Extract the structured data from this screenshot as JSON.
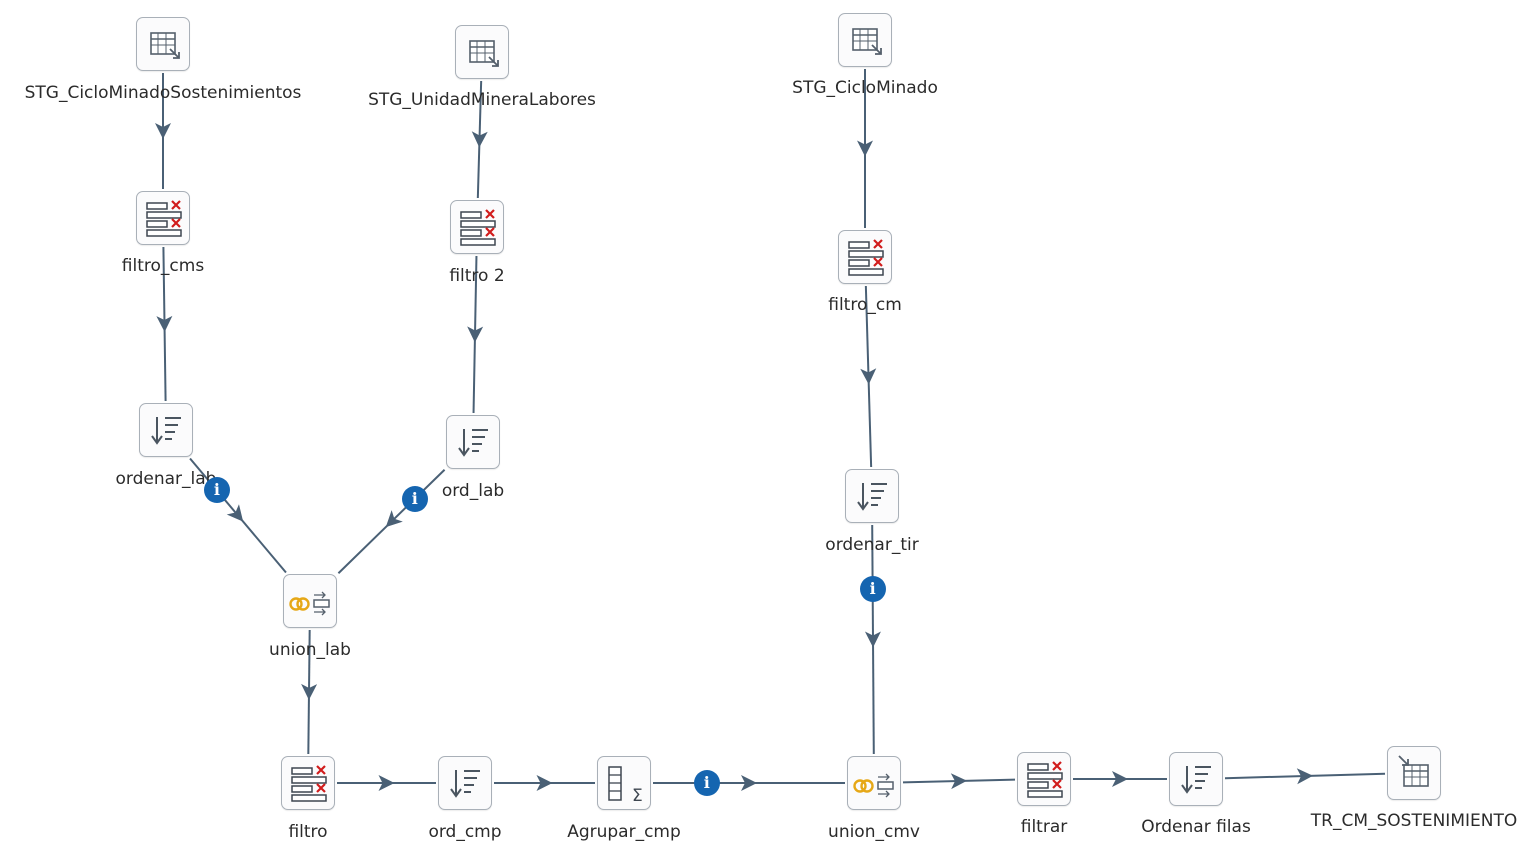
{
  "diagram": {
    "edge_color": "#4a6075",
    "info_color": "#1565b0",
    "info_symbol": "i",
    "steps": [
      {
        "id": "stg_cms",
        "label": "STG_CicloMinadoSostenimientos",
        "icon": "table-input-icon"
      },
      {
        "id": "filtro_cms",
        "label": "filtro_cms",
        "icon": "filter-rows-icon"
      },
      {
        "id": "ordenar_lab",
        "label": "ordenar_lab",
        "icon": "sort-rows-icon"
      },
      {
        "id": "stg_uml",
        "label": "STG_UnidadMineraLabores",
        "icon": "table-input-icon"
      },
      {
        "id": "filtro2",
        "label": "filtro 2",
        "icon": "filter-rows-icon"
      },
      {
        "id": "ord_lab",
        "label": "ord_lab",
        "icon": "sort-rows-icon"
      },
      {
        "id": "union_lab",
        "label": "union_lab",
        "icon": "merge-join-icon"
      },
      {
        "id": "filtro",
        "label": "filtro",
        "icon": "filter-rows-icon"
      },
      {
        "id": "ord_cmp",
        "label": "ord_cmp",
        "icon": "sort-rows-icon"
      },
      {
        "id": "agrupar_cmp",
        "label": "Agrupar_cmp",
        "icon": "group-by-icon"
      },
      {
        "id": "stg_cm",
        "label": "STG_CicloMinado",
        "icon": "table-input-icon"
      },
      {
        "id": "filtro_cm",
        "label": "filtro_cm",
        "icon": "filter-rows-icon"
      },
      {
        "id": "ordenar_tir",
        "label": "ordenar_tir",
        "icon": "sort-rows-icon"
      },
      {
        "id": "union_cmv",
        "label": "union_cmv",
        "icon": "merge-join-icon"
      },
      {
        "id": "filtrar",
        "label": "filtrar",
        "icon": "filter-rows-icon"
      },
      {
        "id": "ordenar_filas",
        "label": "Ordenar filas",
        "icon": "sort-rows-icon"
      },
      {
        "id": "tr_cm",
        "label": "TR_CM_SOSTENIMIENTO",
        "icon": "table-output-icon"
      }
    ],
    "hops": [
      {
        "from": "stg_cms",
        "to": "filtro_cms",
        "info": false
      },
      {
        "from": "filtro_cms",
        "to": "ordenar_lab",
        "info": false
      },
      {
        "from": "ordenar_lab",
        "to": "union_lab",
        "info": true
      },
      {
        "from": "stg_uml",
        "to": "filtro2",
        "info": false
      },
      {
        "from": "filtro2",
        "to": "ord_lab",
        "info": false
      },
      {
        "from": "ord_lab",
        "to": "union_lab",
        "info": true
      },
      {
        "from": "union_lab",
        "to": "filtro",
        "info": false
      },
      {
        "from": "filtro",
        "to": "ord_cmp",
        "info": false
      },
      {
        "from": "ord_cmp",
        "to": "agrupar_cmp",
        "info": false
      },
      {
        "from": "agrupar_cmp",
        "to": "union_cmv",
        "info": true
      },
      {
        "from": "stg_cm",
        "to": "filtro_cm",
        "info": false
      },
      {
        "from": "filtro_cm",
        "to": "ordenar_tir",
        "info": false
      },
      {
        "from": "ordenar_tir",
        "to": "union_cmv",
        "info": true
      },
      {
        "from": "union_cmv",
        "to": "filtrar",
        "info": false
      },
      {
        "from": "filtrar",
        "to": "ordenar_filas",
        "info": false
      },
      {
        "from": "ordenar_filas",
        "to": "tr_cm",
        "info": false
      }
    ]
  }
}
